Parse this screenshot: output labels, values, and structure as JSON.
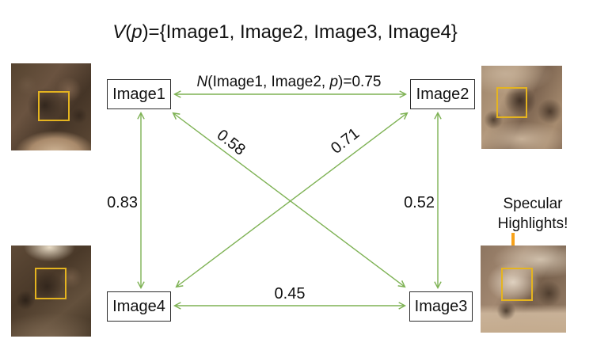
{
  "title": {
    "parts": [
      "V",
      "(",
      "p",
      ")={Image1, Image2, Image3, Image4}"
    ]
  },
  "nodes": [
    {
      "label": "Image1"
    },
    {
      "label": "Image2"
    },
    {
      "label": "Image3"
    },
    {
      "label": "Image4"
    }
  ],
  "edges": [
    {
      "from": "Image1",
      "to": "Image2",
      "weight": 0.75,
      "label_parts": [
        "N",
        "(Image1, Image2, ",
        "p",
        ")=0.75"
      ]
    },
    {
      "from": "Image1",
      "to": "Image4",
      "weight": 0.83,
      "label": "0.83"
    },
    {
      "from": "Image2",
      "to": "Image3",
      "weight": 0.52,
      "label": "0.52"
    },
    {
      "from": "Image4",
      "to": "Image3",
      "weight": 0.45,
      "label": "0.45"
    },
    {
      "from": "Image1",
      "to": "Image3",
      "weight": 0.58,
      "label": "0.58"
    },
    {
      "from": "Image2",
      "to": "Image4",
      "weight": 0.71,
      "label": "0.71"
    }
  ],
  "annotation": {
    "line1": "Specular",
    "line2": "Highlights!"
  },
  "colors": {
    "edge": "#7EB254",
    "roi_box": "#E5B41F",
    "annotation_arrow": "#F7A21A",
    "node_border": "#2b2b2b",
    "text": "#1c1c1c"
  }
}
